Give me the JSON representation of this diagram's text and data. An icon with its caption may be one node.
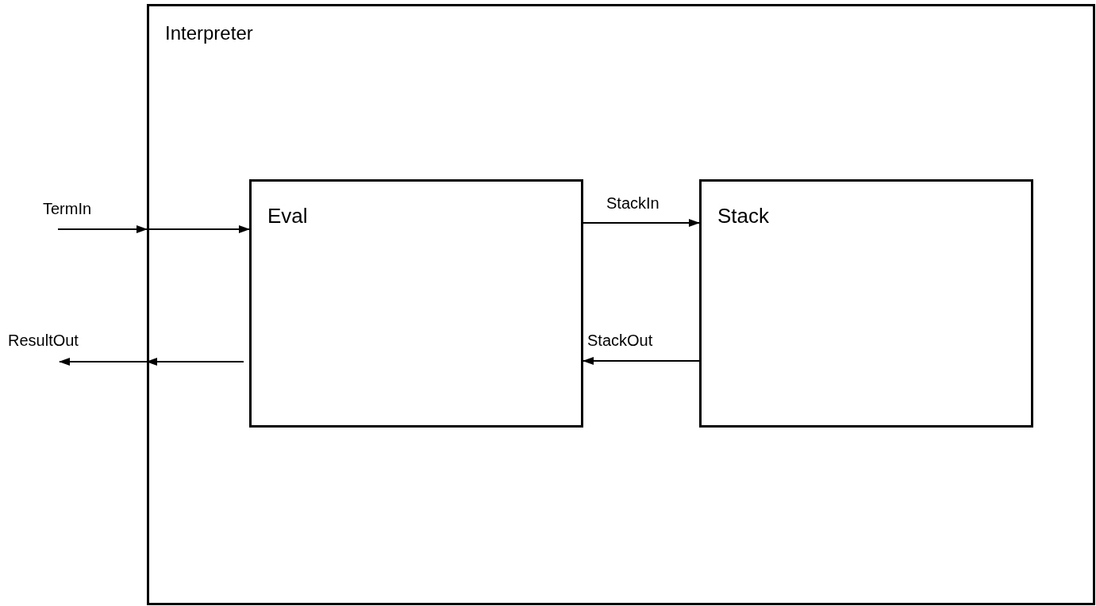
{
  "diagram": {
    "nodes": [
      {
        "text": [
          "Interpreter"
        ]
      },
      {
        "text": [
          "Eval"
        ],
        "in": 0
      },
      {
        "text": [
          "Stack"
        ],
        "in": 0
      }
    ],
    "edges": [
      {
        "from": null,
        "to": 0,
        "arrow": "to",
        "label": "TermIn"
      },
      {
        "from": 0,
        "to": 1,
        "arrow": "to"
      },
      {
        "from": 1,
        "to": 0,
        "arrow": "to"
      },
      {
        "from": 0,
        "to": null,
        "arrow": "to",
        "label": "ResultOut"
      },
      {
        "from": 1,
        "to": 2,
        "arrow": "to",
        "label": "StackIn"
      },
      {
        "from": 2,
        "to": 1,
        "arrow": "to",
        "label": "StackOut"
      }
    ]
  }
}
